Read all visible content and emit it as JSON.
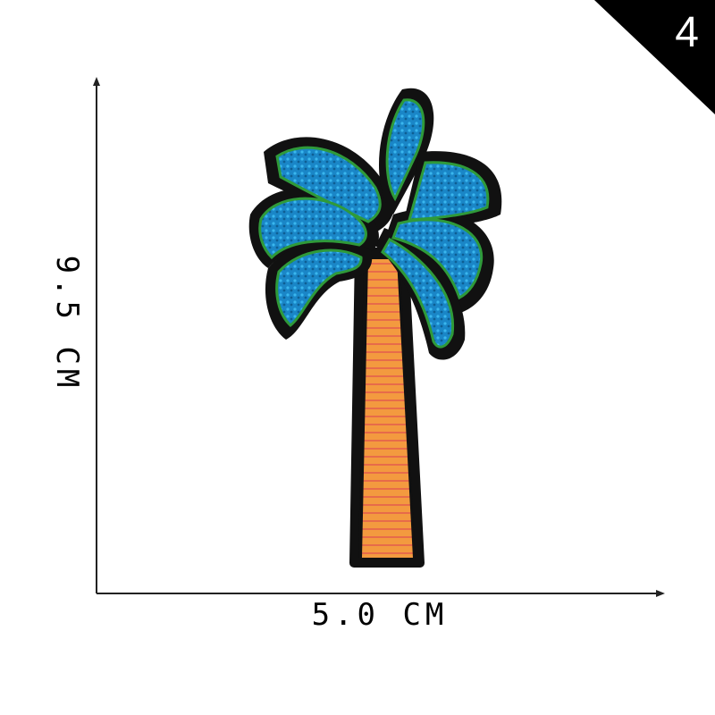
{
  "badge": {
    "number": "4"
  },
  "dimensions": {
    "width_label": "5.0 CM",
    "height_label": "9.5 CM"
  },
  "patch": {
    "subject": "palm-tree",
    "leaf_color": "#1e9ad6",
    "trunk_color": "#f08a3a",
    "border_color": "#111111",
    "glitter_color": "#2f9a3a"
  }
}
